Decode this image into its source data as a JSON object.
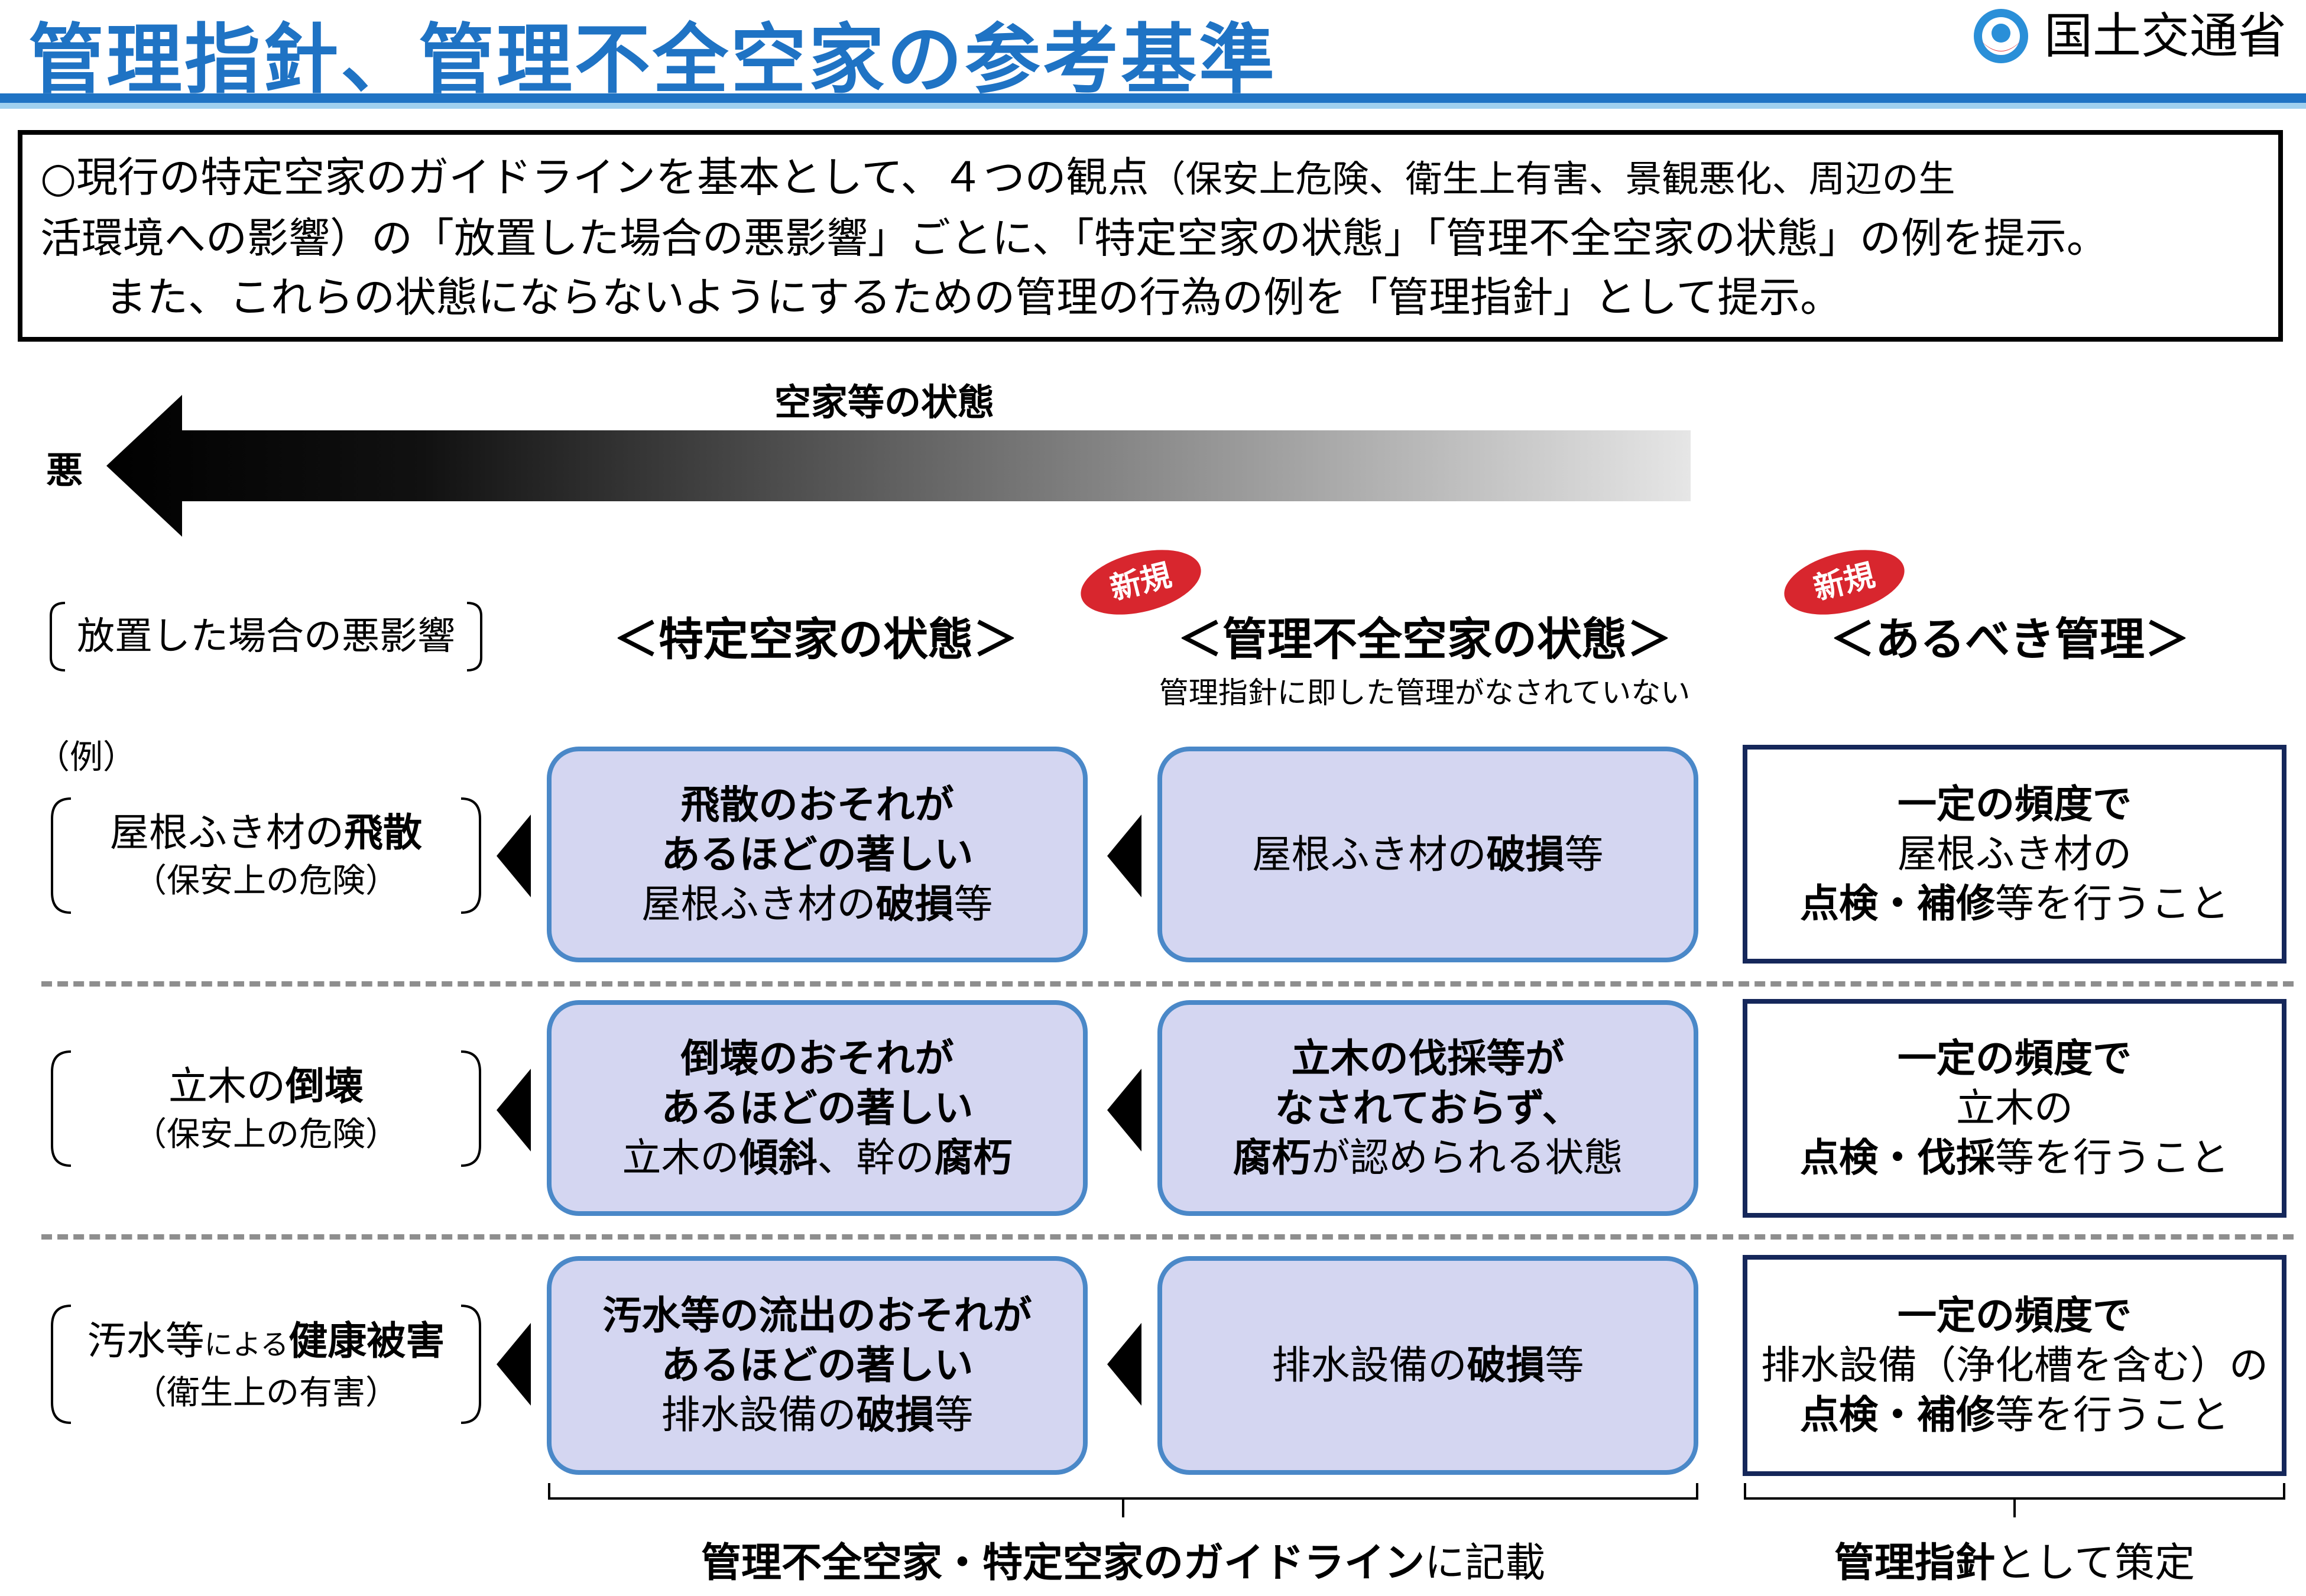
{
  "header": {
    "title": "管理指針、管理不全空家の参考基準",
    "logo_text": "国土交通省"
  },
  "summary": {
    "line1_a": "○現行の特定空家のガイドラインを基本として、４つの観点",
    "line1_b": "（保安上危険、衛生上有害、景観悪化、周辺の生",
    "line2": "活環境への影響）の「放置した場合の悪影響」ごとに、「特定空家の状態」「管理不全空家の状態」の例を提示。",
    "line3": "また、これらの状態にならないようにするための管理の行為の例を「管理指針」として提示。"
  },
  "arrow": {
    "label": "空家等の状態",
    "bad": "悪"
  },
  "columns": {
    "effect": "放置した場合の悪影響",
    "example": "（例）",
    "tokutei": "＜特定空家の状態＞",
    "kanri_fuzen": "＜管理不全空家の状態＞",
    "kanri_fuzen_sub": "管理指針に即した管理がなされていない",
    "arubeki": "＜あるべき管理＞",
    "new_badge": "新規"
  },
  "rows": [
    {
      "effect_pre": "屋根ふき材の",
      "effect_bold": "飛散",
      "effect_post": "",
      "effect_small": "",
      "effect_sub": "（保安上の危険）",
      "tokutei_l1": "飛散のおそれが",
      "tokutei_l2": "あるほどの著しい",
      "tokutei_l3a": "屋根ふき材の",
      "tokutei_l3b": "破損",
      "tokutei_l3c": "等",
      "fuzen_l1a": "屋根ふき材の",
      "fuzen_l1b": "破損",
      "fuzen_l1c": "等",
      "kanri_l1": "一定の頻度で",
      "kanri_l2": "屋根ふき材の",
      "kanri_l3a": "点検・補修",
      "kanri_l3b": "等を行うこと"
    },
    {
      "effect_pre": "立木の",
      "effect_bold": "倒壊",
      "effect_post": "",
      "effect_small": "",
      "effect_sub": "（保安上の危険）",
      "tokutei_l1": "倒壊のおそれが",
      "tokutei_l2": "あるほどの著しい",
      "tokutei_l3a": "立木の",
      "tokutei_l3b": "傾斜",
      "tokutei_l3c": "、幹の",
      "tokutei_l3d": "腐朽",
      "fuzen_l1": "立木の伐採等が",
      "fuzen_l2": "なされておらず、",
      "fuzen_l3a": "腐朽",
      "fuzen_l3b": "が認められる状態",
      "kanri_l1": "一定の頻度で",
      "kanri_l2": "立木の",
      "kanri_l3a": "点検・伐採",
      "kanri_l3b": "等を行うこと"
    },
    {
      "effect_pre": "汚水等",
      "effect_small": "による",
      "effect_bold": "健康被害",
      "effect_sub": "（衛生上の有害）",
      "tokutei_l1": "汚水等の流出のおそれが",
      "tokutei_l2": "あるほどの著しい",
      "tokutei_l3a": "排水設備の",
      "tokutei_l3b": "破損",
      "tokutei_l3c": "等",
      "fuzen_l1a": "排水設備の",
      "fuzen_l1b": "破損",
      "fuzen_l1c": "等",
      "kanri_l1": "一定の頻度で",
      "kanri_l2": "排水設備（浄化槽を含む）の",
      "kanri_l3a": "点検・補修",
      "kanri_l3b": "等を行うこと"
    }
  ],
  "footer": {
    "guideline_bold": "管理不全空家・特定空家のガイドライン",
    "guideline_rest": "に記載",
    "shishin_bold": "管理指針",
    "shishin_rest": "として策定"
  }
}
